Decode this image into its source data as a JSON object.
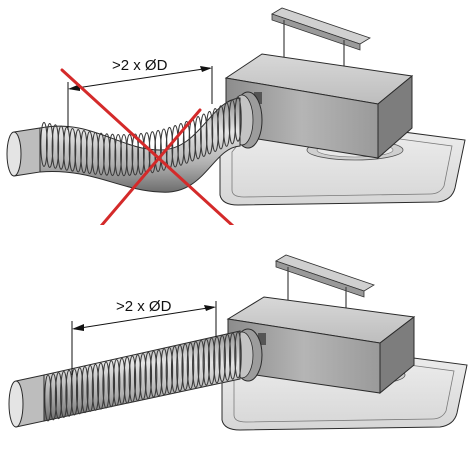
{
  "dimension_label": ">2 x ØD",
  "colors": {
    "metal_light": "#d9d9d9",
    "metal_mid": "#a8a8a8",
    "metal_dark": "#6e6e6e",
    "outline": "#2b2b2b",
    "cross": "#d42a2a"
  },
  "scenes": [
    {
      "state": "incorrect",
      "duct_shape": "bent",
      "marked": "crossed-out"
    },
    {
      "state": "correct",
      "duct_shape": "straight",
      "marked": "none"
    }
  ]
}
